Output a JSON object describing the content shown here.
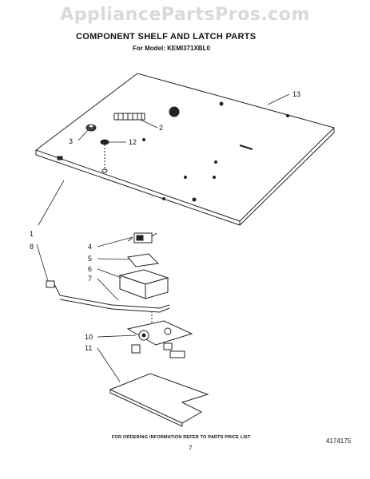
{
  "watermark": "AppliancePartsPros.com",
  "title": "COMPONENT SHELF AND LATCH PARTS",
  "subtitle": "For Model: KEMI371XBL0",
  "footer": "FOR ORDERING INFORMATION REFER TO PARTS PRICE LIST",
  "doc_number": "4174175",
  "page_number": "7",
  "callouts": {
    "c13": "13",
    "c2": "2",
    "c3": "3",
    "c12": "12",
    "c1": "1",
    "c8": "8",
    "c4": "4",
    "c5": "5",
    "c6": "6",
    "c7": "7",
    "c10": "10",
    "c11": "11"
  },
  "colors": {
    "line": "#222222",
    "watermark": "#d9d9d9"
  }
}
